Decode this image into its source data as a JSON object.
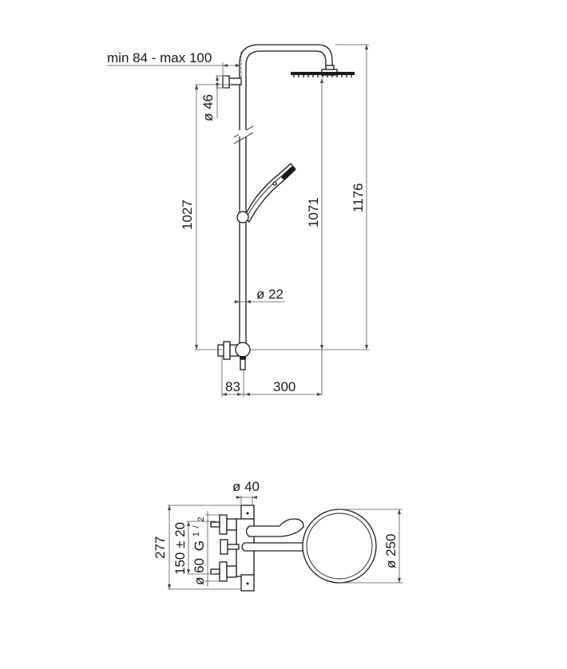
{
  "drawing": {
    "title": "Shower column technical drawing",
    "side_view": {
      "dimensions": {
        "arm_projection": "min 84 - max 100",
        "wall_bracket_diameter": "ø 46",
        "bracket_to_mixer_height": "1027",
        "mixer_to_head_height": "1071",
        "overall_height": "1176",
        "rail_diameter": "ø 22",
        "mixer_depth": "83",
        "head_offset": "300"
      }
    },
    "top_view": {
      "dimensions": {
        "riser_diameter": "ø 40",
        "overall_depth": "277",
        "inlet_centers": "150 ± 20",
        "escutcheon_diameter": "ø 60",
        "thread_size": "G",
        "thread_fraction_num": "1",
        "thread_fraction_den": "2",
        "head_diameter": "ø 250"
      }
    },
    "colors": {
      "line": "#1a1a1a",
      "dimension_line": "#555555",
      "background": "#ffffff"
    }
  }
}
